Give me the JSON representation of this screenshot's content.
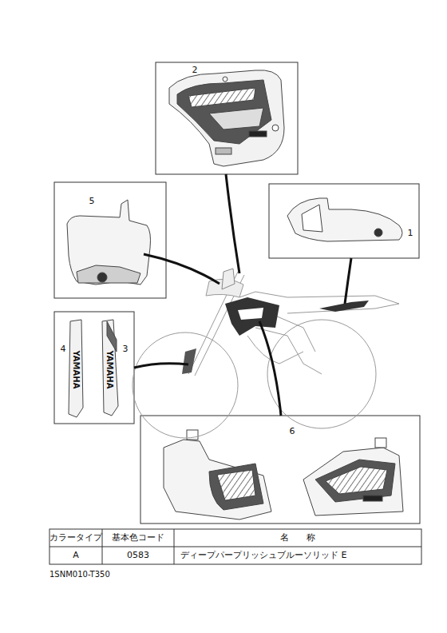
{
  "diagram": {
    "labels": [
      "2",
      "5",
      "1",
      "4",
      "3",
      "YAMAHA",
      "YAMAHA",
      "6",
      "カラータイプ",
      "基本色コード",
      "名　　称",
      "A",
      "0583",
      "ディープパープリッシュブルーソリッド E",
      "1SNM010-T350"
    ]
  }
}
